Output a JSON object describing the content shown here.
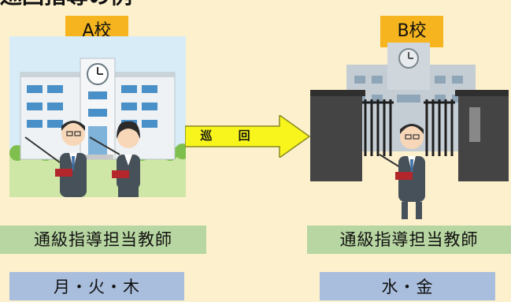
{
  "heading": "巡回指導の例",
  "arrow_label": "巡 回",
  "schools": [
    {
      "label": "A校",
      "role": "通級指導担当教師",
      "days": "月・火・木"
    },
    {
      "label": "B校",
      "role": "通級指導担当教師",
      "days": "水・金"
    }
  ],
  "colors": {
    "background": "#fdf0cd",
    "school_label": "#f6b51e",
    "role_label": "#b8d6a1",
    "days_label": "#a9bedd",
    "arrow": "#f7f51c"
  }
}
